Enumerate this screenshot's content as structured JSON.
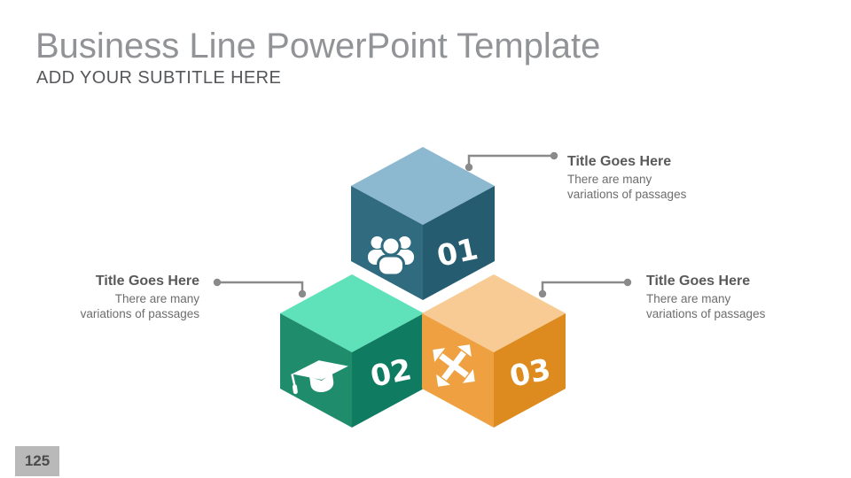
{
  "slide": {
    "title": "Business Line PowerPoint Template",
    "subtitle": "ADD YOUR SUBTITLE HERE",
    "page_number": "125"
  },
  "cubes": [
    {
      "number": "01",
      "icon": "users-icon",
      "colors": {
        "top": "#8cb8d0",
        "left": "#316b80",
        "right": "#265c70"
      }
    },
    {
      "number": "02",
      "icon": "graduation-cap-icon",
      "colors": {
        "top": "#5fe2b9",
        "left": "#1f8c6c",
        "right": "#0f7b61"
      }
    },
    {
      "number": "03",
      "icon": "expand-arrows-icon",
      "colors": {
        "top": "#f7cb93",
        "left": "#efa041",
        "right": "#dd8b1e"
      }
    }
  ],
  "callouts": [
    {
      "title": "Title Goes Here",
      "body_lines": [
        "There are many",
        "variations of passages"
      ]
    },
    {
      "title": "Title Goes Here",
      "body_lines": [
        "There are many",
        "variations of passages"
      ]
    },
    {
      "title": "Title Goes Here",
      "body_lines": [
        "There are many",
        "variations of passages"
      ]
    }
  ],
  "connector": {
    "color": "#8a8a8a"
  },
  "icon_fill": "#ffffff"
}
